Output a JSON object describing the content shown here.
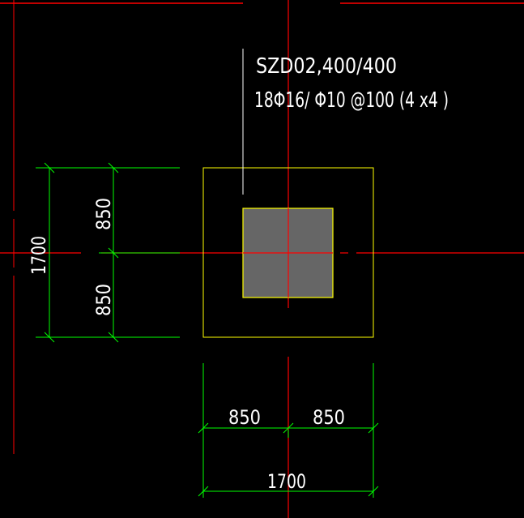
{
  "drawing": {
    "label_line1": "SZD02,400/400",
    "label_line2": "18Φ16/ Φ10 @100 (4 x4 )"
  },
  "dimensions": {
    "vertical_upper": "850",
    "vertical_lower": "850",
    "vertical_total": "1700",
    "horizontal_left": "850",
    "horizontal_right": "850",
    "horizontal_total": "1700"
  },
  "colors": {
    "background": "#000000",
    "axis": "#ff0000",
    "dimension": "#00ff00",
    "outline": "#ffff00",
    "column_fill": "#666666",
    "text": "#ffffff"
  }
}
